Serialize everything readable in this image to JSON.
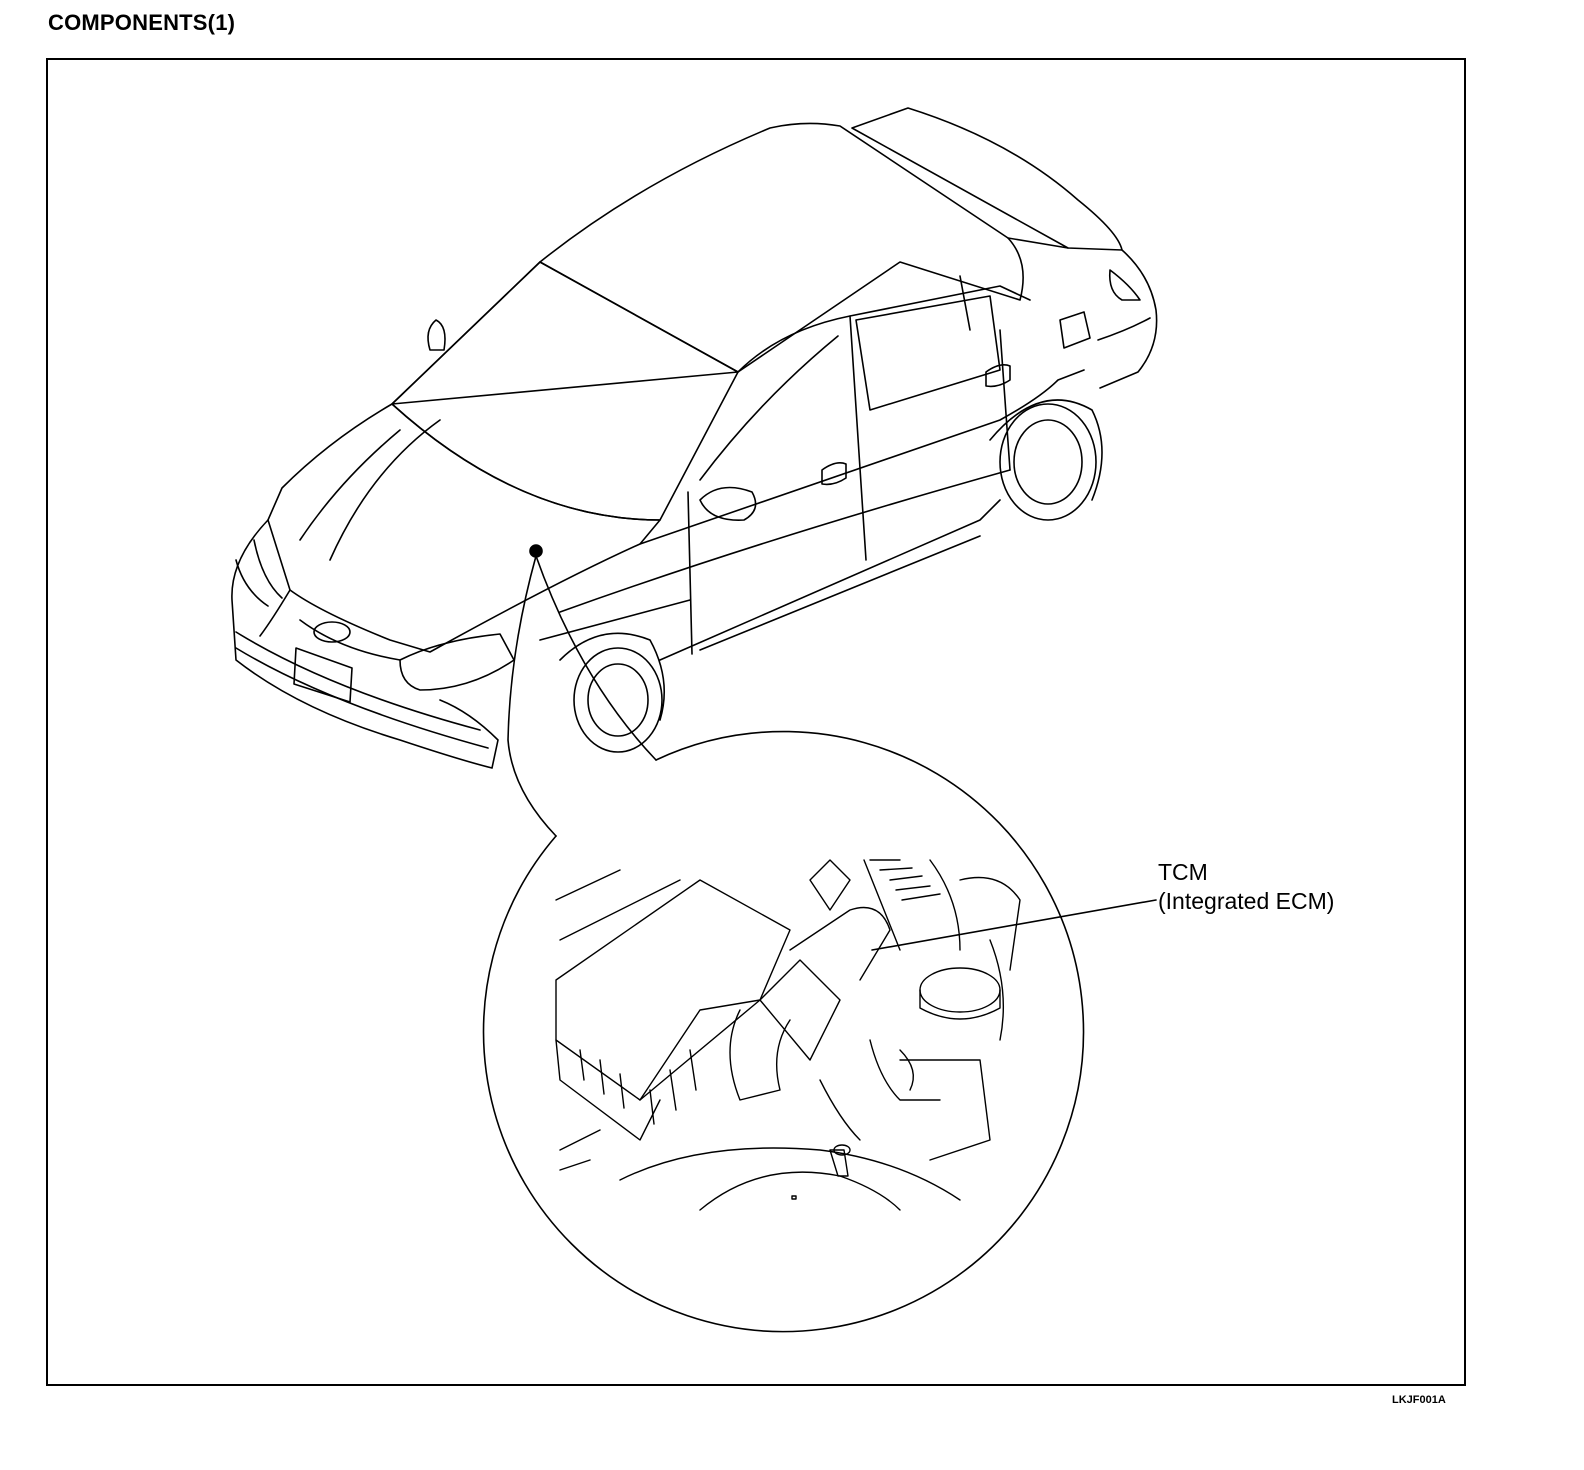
{
  "page": {
    "heading": "COMPONENTS(1)",
    "figure_id": "LKJF001A"
  },
  "callouts": [
    {
      "line1": "TCM",
      "line2": "(Integrated ECM)"
    }
  ],
  "colors": {
    "ink": "#000000",
    "paper": "#ffffff"
  }
}
